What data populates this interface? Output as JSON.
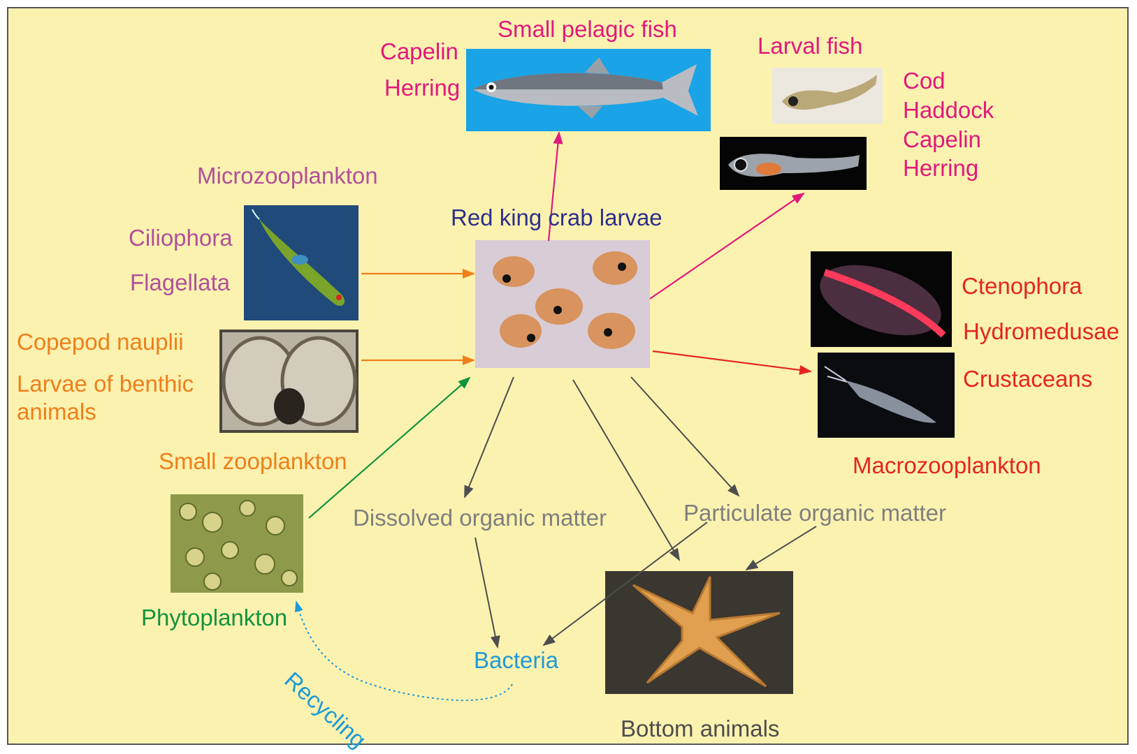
{
  "colors": {
    "background": "#fcf2b0",
    "magenta": "#e0197d",
    "purple": "#b0509a",
    "orange": "#ef7f1a",
    "green": "#10943c",
    "navy": "#2e2f8a",
    "red": "#e52521",
    "gray": "#7f7f7f",
    "dark": "#4d4d4d",
    "blue": "#1e9ad6"
  },
  "labels": {
    "small_pelagic_fish": "Small pelagic fish",
    "capelin_left": "Capelin",
    "herring_left": "Herring",
    "larval_fish": "Larval fish",
    "cod": "Cod",
    "haddock": "Haddock",
    "capelin_right": "Capelin",
    "herring_right": "Herring",
    "microzooplankton": "Microzooplankton",
    "ciliophora": "Ciliophora",
    "flagellata": "Flagellata",
    "red_king_crab_larvae": "Red king crab larvae",
    "copepod_nauplii": "Copepod nauplii",
    "larvae_benthic_1": "Larvae of benthic",
    "larvae_benthic_2": "animals",
    "small_zooplankton": "Small zooplankton",
    "ctenophora": "Ctenophora",
    "hydromedusae": "Hydromedusae",
    "crustaceans": "Crustaceans",
    "macrozooplankton": "Macrozooplankton",
    "dissolved_om": "Dissolved organic matter",
    "particulate_om": "Particulate organic matter",
    "phytoplankton": "Phytoplankton",
    "bacteria": "Bacteria",
    "recycling": "Recycling",
    "bottom_animals": "Bottom animals"
  }
}
